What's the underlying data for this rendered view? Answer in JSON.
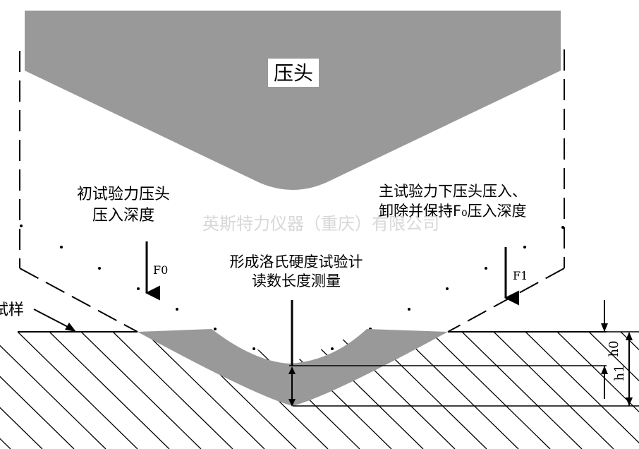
{
  "labels": {
    "indenter": "压头",
    "preload_depth_line1": "初试验力压头",
    "preload_depth_line2": "压入深度",
    "main_depth_line1": "主试验力下压头压入、",
    "main_depth_line2": "卸除并保持F₀压入深度",
    "reading_line1": "形成洛氏硬度试验计",
    "reading_line2": "读数长度测量",
    "specimen": "试样",
    "force_f0": "F0",
    "force_f1": "F1",
    "depth_h0": "h0",
    "depth_h1": "h1"
  },
  "watermark": "英斯特力仪器（重庆）有限公司",
  "colors": {
    "indenter_fill": "#999999",
    "indent_fill": "#999999",
    "line": "#000000",
    "background": "#ffffff",
    "watermark": "#d8d8d8"
  }
}
